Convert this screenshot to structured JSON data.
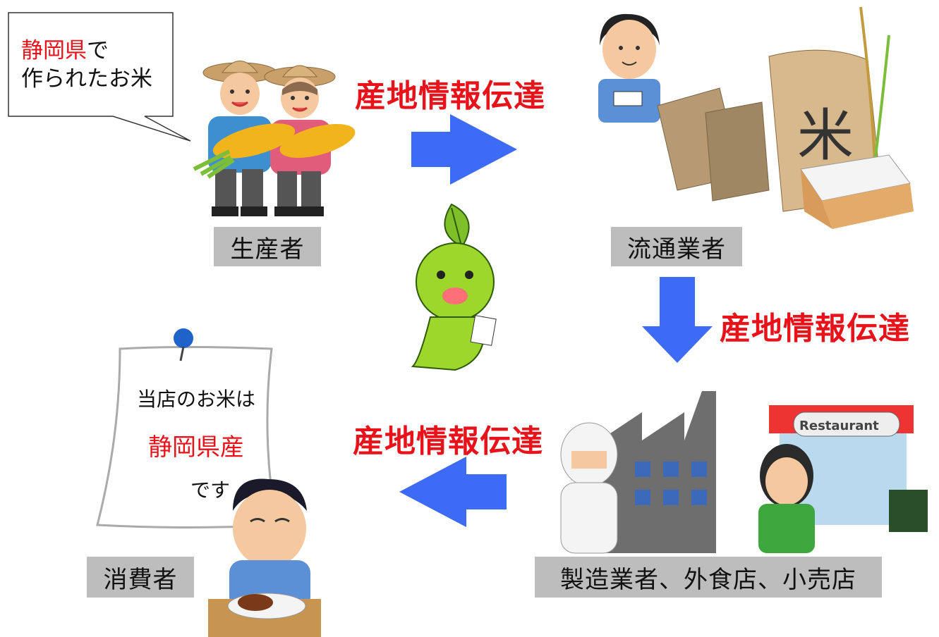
{
  "speech_bubble": {
    "line1_highlight": "静岡県",
    "line1_rest": "で",
    "line2": "作られたお米"
  },
  "nodes": {
    "producer": "生産者",
    "distributor": "流通業者",
    "manufacturer": "製造業者、外食店、小売店",
    "consumer": "消費者"
  },
  "flows": {
    "producer_to_distributor": "産地情報伝達",
    "distributor_to_manufacturer": "産地情報伝達",
    "manufacturer_to_consumer": "産地情報伝達"
  },
  "notice": {
    "line1": "当店のお米は",
    "line2": "静岡県産",
    "line3": "です"
  },
  "rice_bag_glyph": "米",
  "restaurant_sign": "Restaurant",
  "colors": {
    "arrow": "#3d6bf5",
    "highlight_text": "#e8121b",
    "label_bg": "#bdbdbd"
  }
}
